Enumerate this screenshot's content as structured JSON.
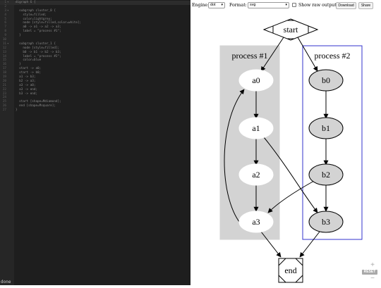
{
  "editor": {
    "lines": [
      {
        "n": "1",
        "fold": "▾",
        "text": "digraph G {"
      },
      {
        "n": "2",
        "fold": "",
        "text": ""
      },
      {
        "n": "3",
        "fold": "▾",
        "text": "  subgraph cluster_0 {"
      },
      {
        "n": "4",
        "fold": "",
        "text": "    style=filled;"
      },
      {
        "n": "5",
        "fold": "",
        "text": "    color=lightgrey;"
      },
      {
        "n": "6",
        "fold": "",
        "text": "    node [style=filled,color=white];"
      },
      {
        "n": "7",
        "fold": "",
        "text": "    a0 -> a1 -> a2 -> a3;"
      },
      {
        "n": "8",
        "fold": "",
        "text": "    label = \"process #1\";"
      },
      {
        "n": "9",
        "fold": "",
        "text": "  }"
      },
      {
        "n": "10",
        "fold": "",
        "text": ""
      },
      {
        "n": "11",
        "fold": "▾",
        "text": "  subgraph cluster_1 {"
      },
      {
        "n": "12",
        "fold": "",
        "text": "    node [style=filled];"
      },
      {
        "n": "13",
        "fold": "",
        "text": "    b0 -> b1 -> b2 -> b3;"
      },
      {
        "n": "14",
        "fold": "",
        "text": "    label = \"process #2\";"
      },
      {
        "n": "15",
        "fold": "",
        "text": "    color=blue"
      },
      {
        "n": "16",
        "fold": "",
        "text": "  }"
      },
      {
        "n": "17",
        "fold": "",
        "text": "  start -> a0;"
      },
      {
        "n": "18",
        "fold": "",
        "text": "  start -> b0;"
      },
      {
        "n": "19",
        "fold": "",
        "text": "  a1 -> b3;"
      },
      {
        "n": "20",
        "fold": "",
        "text": "  b2 -> a3;"
      },
      {
        "n": "21",
        "fold": "",
        "text": "  a3 -> a0;"
      },
      {
        "n": "22",
        "fold": "",
        "text": "  a3 -> end;"
      },
      {
        "n": "23",
        "fold": "",
        "text": "  b3 -> end;"
      },
      {
        "n": "24",
        "fold": "",
        "text": ""
      },
      {
        "n": "25",
        "fold": "",
        "text": "  start [shape=Mdiamond];"
      },
      {
        "n": "26",
        "fold": "",
        "text": "  end [shape=Msquare];"
      },
      {
        "n": "27",
        "fold": "",
        "text": "}"
      }
    ],
    "status": "done"
  },
  "toolbar": {
    "engine_label": "Engine:",
    "engine_value": "dot",
    "format_label": "Format:",
    "format_value": "svg",
    "raw_output_label": "Show raw output",
    "raw_output_checked": false,
    "download_label": "Download",
    "share_label": "Share"
  },
  "graph": {
    "clusters": [
      {
        "label": "process #1",
        "fill": "#d3d3d3",
        "border": "#d3d3d3"
      },
      {
        "label": "process #2",
        "fill": "#ffffff",
        "border": "#0000ff"
      }
    ],
    "nodes": {
      "start": "start",
      "end": "end",
      "a0": "a0",
      "a1": "a1",
      "a2": "a2",
      "a3": "a3",
      "b0": "b0",
      "b1": "b1",
      "b2": "b2",
      "b3": "b3"
    },
    "node_fill_b": "#d3d3d3"
  },
  "zoom": {
    "in": "+",
    "reset": "RESET",
    "out": "−"
  }
}
